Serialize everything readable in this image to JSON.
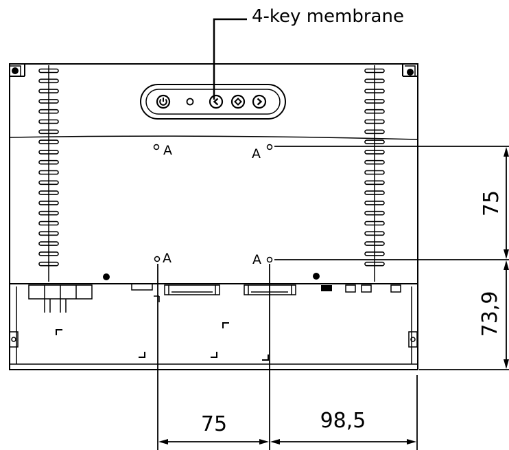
{
  "callout": {
    "label": "4-key membrane"
  },
  "mount_hole_label": "A",
  "keypad": {
    "keys": [
      {
        "icon": "power-icon"
      },
      {
        "icon": "indicator-dot-icon"
      },
      {
        "icon": "arrow-left-icon"
      },
      {
        "icon": "enter-icon"
      },
      {
        "icon": "arrow-right-icon"
      }
    ]
  },
  "dimensions": {
    "vertical_hole_spacing": "75",
    "hole_to_bottom": "73,9",
    "horizontal_hole_spacing": "75",
    "hole_to_right_edge": "98,5"
  }
}
